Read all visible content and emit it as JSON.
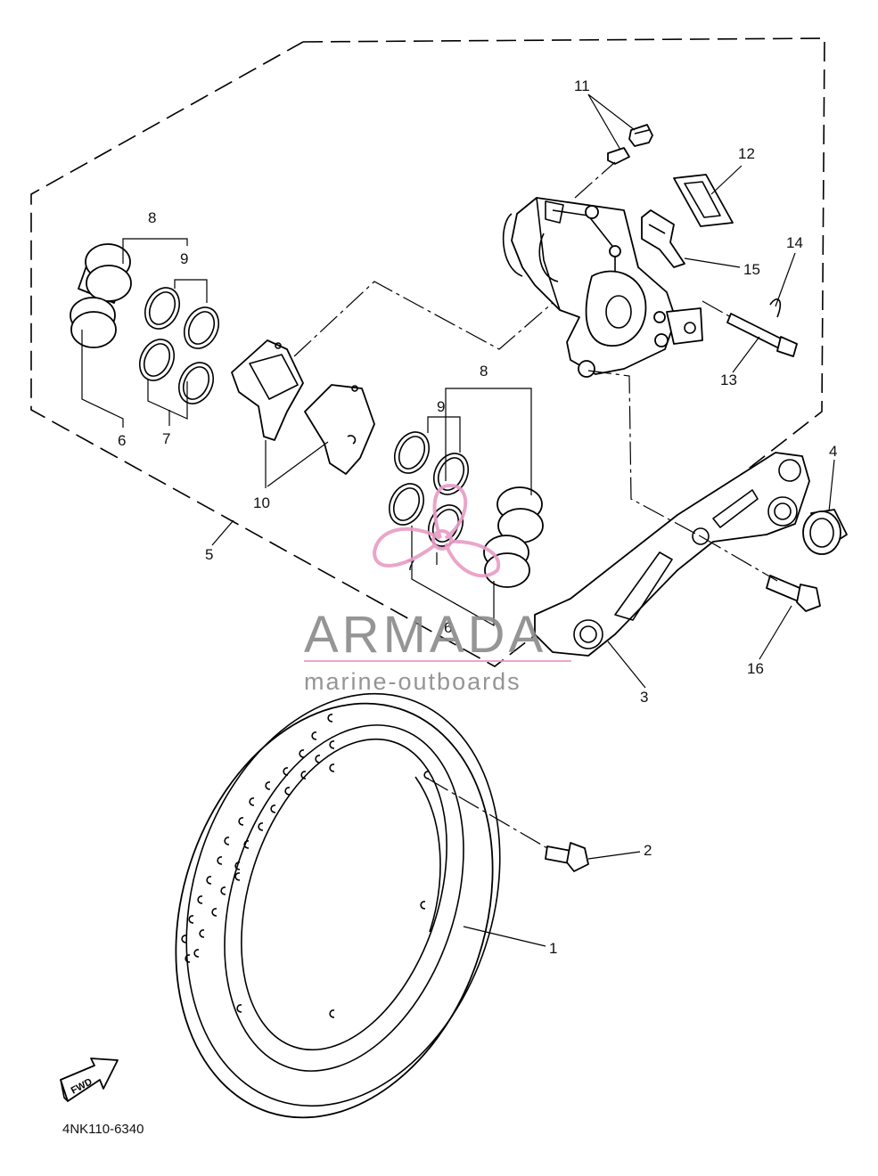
{
  "diagram": {
    "callouts": [
      {
        "id": "c1",
        "text": "1"
      },
      {
        "id": "c2",
        "text": "2"
      },
      {
        "id": "c3",
        "text": "3"
      },
      {
        "id": "c4",
        "text": "4"
      },
      {
        "id": "c5",
        "text": "5"
      },
      {
        "id": "c6a",
        "text": "6"
      },
      {
        "id": "c6b",
        "text": "6"
      },
      {
        "id": "c7a",
        "text": "7"
      },
      {
        "id": "c7b",
        "text": "7"
      },
      {
        "id": "c8a",
        "text": "8"
      },
      {
        "id": "c8b",
        "text": "8"
      },
      {
        "id": "c9a",
        "text": "9"
      },
      {
        "id": "c9b",
        "text": "9"
      },
      {
        "id": "c10",
        "text": "10"
      },
      {
        "id": "c11",
        "text": "11"
      },
      {
        "id": "c12",
        "text": "12"
      },
      {
        "id": "c13",
        "text": "13"
      },
      {
        "id": "c14",
        "text": "14"
      },
      {
        "id": "c15",
        "text": "15"
      },
      {
        "id": "c16",
        "text": "16"
      }
    ],
    "direction_label": "FWD",
    "diagram_code": "4NK110-6340"
  },
  "watermark": {
    "brand": "ARMADA",
    "tagline": "marine-outboards",
    "brand_color": "#8a8a8a",
    "accent_color": "#e89cc6"
  }
}
